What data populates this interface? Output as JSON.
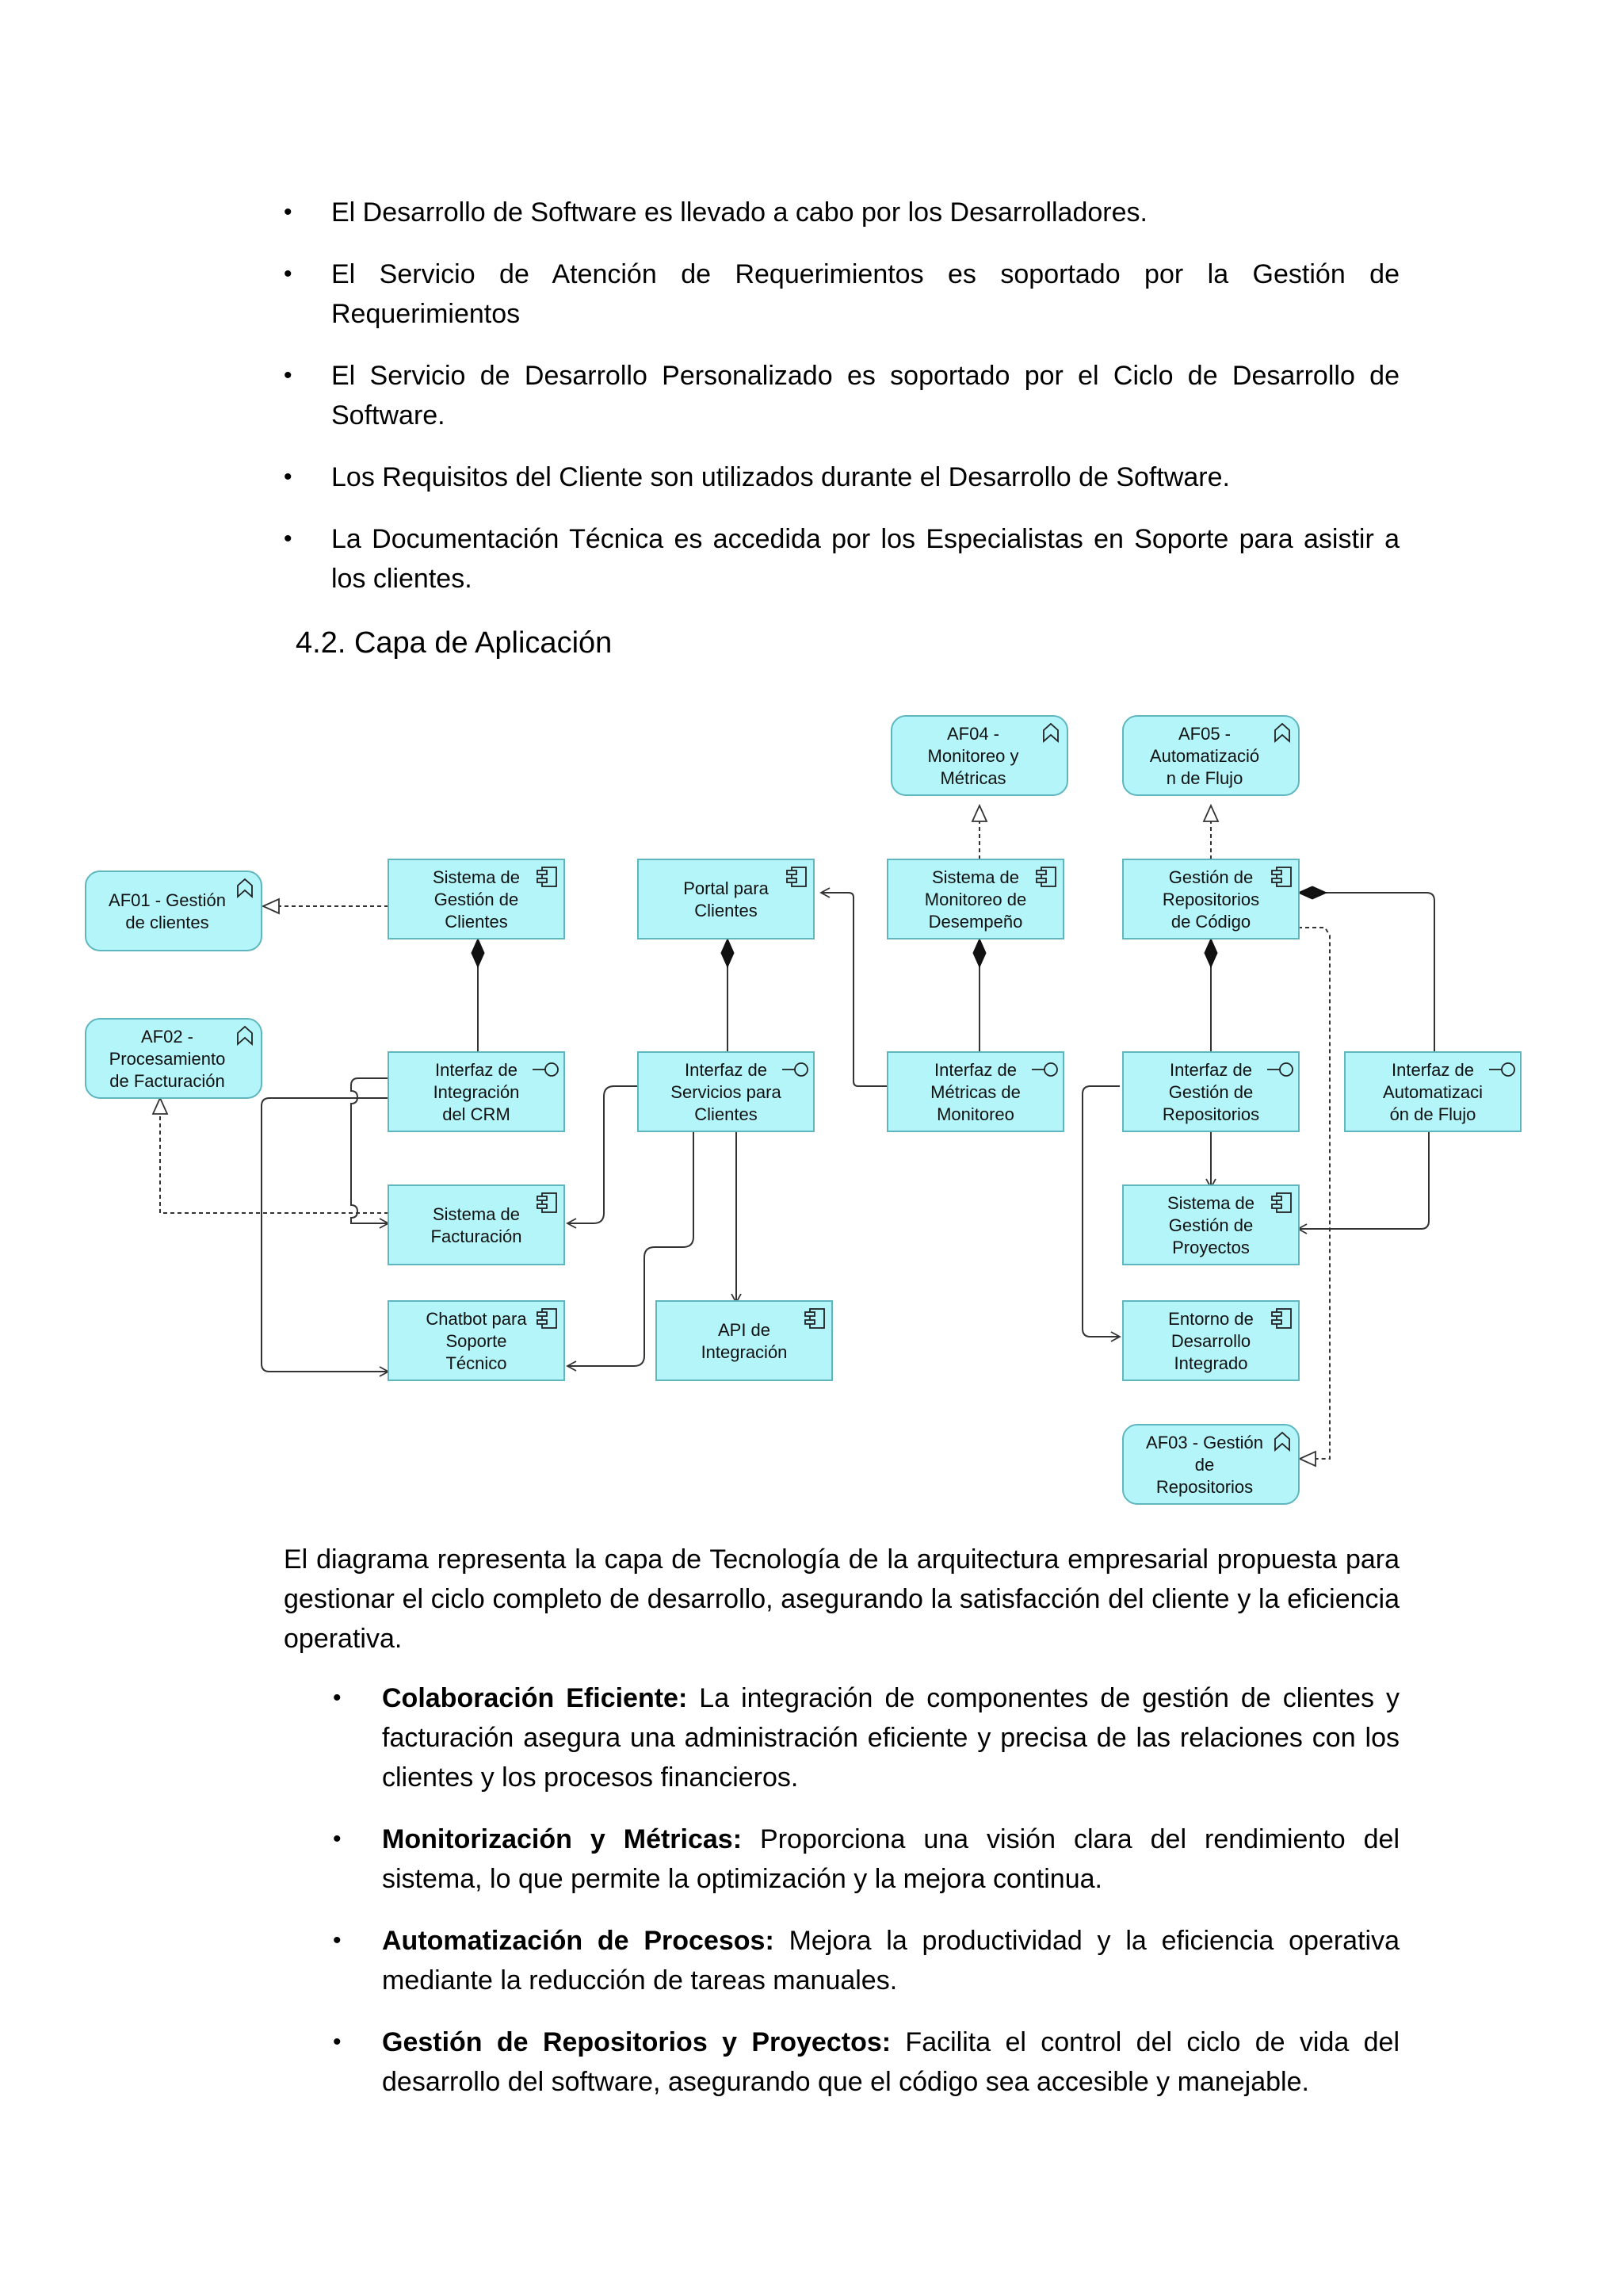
{
  "top_bullets": [
    "El Desarrollo de Software es llevado a cabo por los Desarrolladores.",
    "El Servicio de Atención de Requerimientos es soportado por la Gestión de Requerimientos",
    "El Servicio de Desarrollo Personalizado es soportado por el Ciclo de Desarrollo de Software.",
    "Los Requisitos del Cliente son utilizados durante el Desarrollo de Software.",
    "La Documentación Técnica es accedida por los Especialistas en Soporte para asistir a los clientes."
  ],
  "section_title": "4.2. Capa de Aplicación",
  "diagram": {
    "colors": {
      "fill": "#b3f5f8",
      "stroke": "#5fb6bf",
      "line": "#333333"
    },
    "boxes": {
      "af04": [
        "AF04 -",
        "Monitoreo y",
        "Métricas"
      ],
      "af05": [
        "AF05 -",
        "Automatizació",
        "n de Flujo"
      ],
      "af01": [
        "AF01 - Gestión",
        "de clientes"
      ],
      "af02": [
        "AF02 -",
        "Procesamiento",
        "de Facturación"
      ],
      "af03": [
        "AF03 - Gestión",
        "de",
        "Repositorios"
      ],
      "sistema_gestion_clientes": [
        "Sistema de",
        "Gestión de",
        "Clientes"
      ],
      "portal_clientes": [
        "Portal para",
        "Clientes"
      ],
      "sistema_monitoreo": [
        "Sistema de",
        "Monitoreo de",
        "Desempeño"
      ],
      "gestion_repositorios_codigo": [
        "Gestión de",
        "Repositorios",
        "de Código"
      ],
      "interfaz_crm": [
        "Interfaz de",
        "Integración",
        "del CRM"
      ],
      "interfaz_servicios": [
        "Interfaz de",
        "Servicios para",
        "Clientes"
      ],
      "interfaz_metricas": [
        "Interfaz de",
        "Métricas de",
        "Monitoreo"
      ],
      "interfaz_repositorios": [
        "Interfaz de",
        "Gestión de",
        "Repositorios"
      ],
      "interfaz_automatizacion": [
        "Interfaz de",
        "Automatizaci",
        "ón de Flujo"
      ],
      "sistema_facturacion": [
        "Sistema de",
        "Facturación"
      ],
      "sistema_proyectos": [
        "Sistema de",
        "Gestión de",
        "Proyectos"
      ],
      "chatbot": [
        "Chatbot para",
        "Soporte",
        "Técnico"
      ],
      "api_integracion": [
        "API de",
        "Integración"
      ],
      "entorno_desarrollo": [
        "Entorno de",
        "Desarrollo",
        "Integrado"
      ]
    }
  },
  "paragraph": "El diagrama representa la capa de Tecnología de la arquitectura empresarial propuesta para gestionar el ciclo completo de desarrollo, asegurando la satisfacción del cliente y la eficiencia operativa.",
  "bottom_bullets": [
    {
      "bold": "Colaboración Eficiente:",
      "text": " La integración de componentes de gestión de clientes y facturación asegura una administración eficiente y precisa de las relaciones con los clientes y los procesos financieros."
    },
    {
      "bold": "Monitorización y Métricas:",
      "text": " Proporciona una visión clara del rendimiento del sistema, lo que permite la optimización y la mejora continua."
    },
    {
      "bold": "Automatización de Procesos:",
      "text": " Mejora la productividad y la eficiencia operativa mediante la reducción de tareas manuales."
    },
    {
      "bold": "Gestión de Repositorios y Proyectos:",
      "text": " Facilita el control del ciclo de vida del desarrollo del software, asegurando que el código sea accesible y manejable."
    }
  ]
}
